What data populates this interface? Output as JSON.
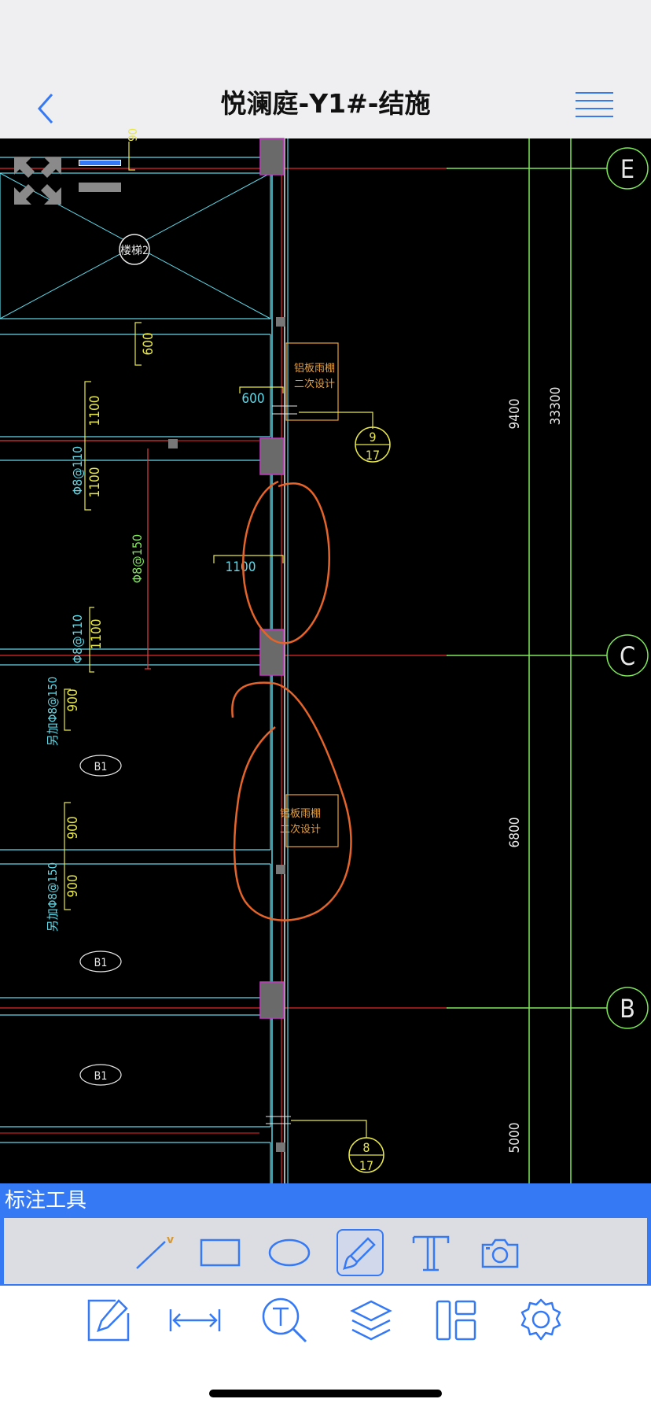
{
  "header": {
    "title": "悦澜庭-Y1#-结施"
  },
  "drawing": {
    "axes": [
      {
        "label": "E"
      },
      {
        "label": "C"
      },
      {
        "label": "B"
      }
    ],
    "detail_refs": [
      {
        "top": "9",
        "bottom": "17"
      },
      {
        "top": "8",
        "bottom": "17"
      }
    ],
    "stair_label": "楼梯2",
    "slab_tags": [
      "B1",
      "B1",
      "B1"
    ],
    "notes": [
      "铝板雨棚",
      "二次设计"
    ],
    "dimensions": {
      "d600": "600",
      "d1100": "1100",
      "d900": "900",
      "d9400": "9400",
      "d33300": "33300",
      "d6800": "6800",
      "d5000": "5000",
      "d90": "90"
    },
    "rebar": {
      "r110": "Φ8@110",
      "r150": "Φ8@150",
      "extra150": "另加Φ8@150"
    }
  },
  "toolbar": {
    "title": "标注工具",
    "tools": [
      {
        "icon": "line-tool-icon"
      },
      {
        "icon": "rectangle-tool-icon"
      },
      {
        "icon": "ellipse-tool-icon"
      },
      {
        "icon": "freehand-brush-icon"
      },
      {
        "icon": "text-tool-icon"
      },
      {
        "icon": "camera-icon"
      }
    ]
  },
  "bottom_tabs": [
    {
      "icon": "annotate-icon"
    },
    {
      "icon": "measure-icon"
    },
    {
      "icon": "text-search-icon"
    },
    {
      "icon": "layers-icon"
    },
    {
      "icon": "layout-icon"
    },
    {
      "icon": "settings-icon"
    }
  ],
  "colors": {
    "accent": "#3579f5",
    "cad_cyan": "#5fd8e8",
    "cad_yellow": "#e8e84a",
    "cad_green": "#7ee85a",
    "cad_red": "#c02020",
    "markup_orange": "#e4642a"
  }
}
